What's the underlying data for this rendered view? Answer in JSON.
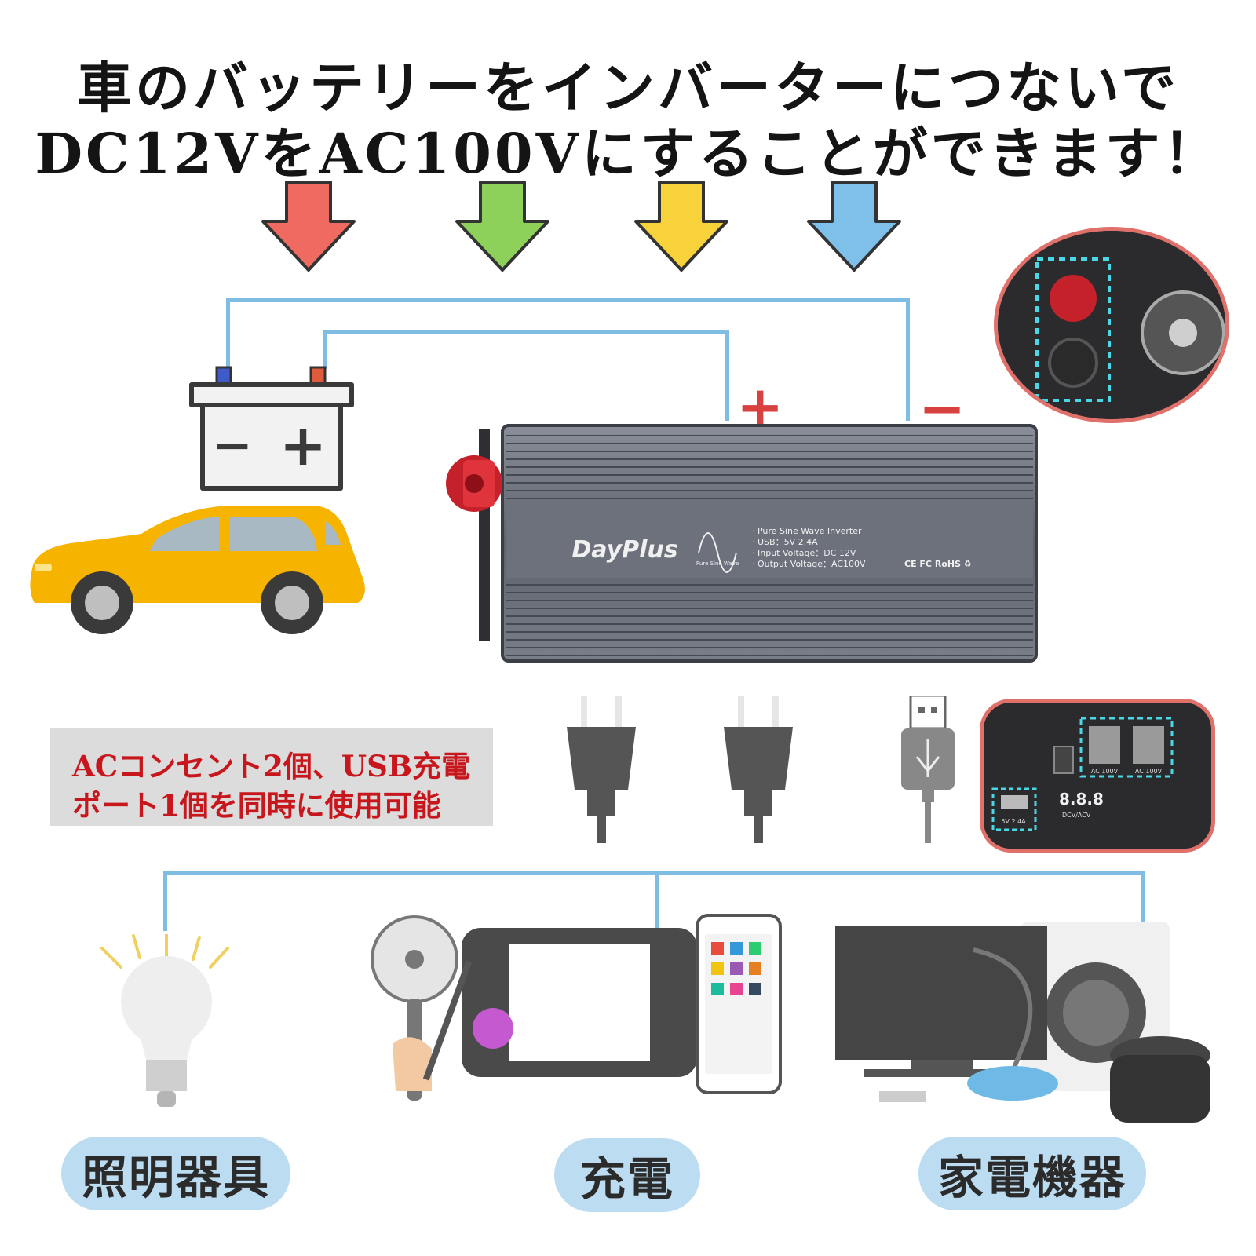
{
  "headline": {
    "line1": "車のバッテリーをインバーターにつないで",
    "line2": "DC12VをAC100Vにすることができます！"
  },
  "arrows": [
    {
      "color": "#ef6b61"
    },
    {
      "color": "#8dd15a"
    },
    {
      "color": "#f7d23a"
    },
    {
      "color": "#7ec0ea"
    }
  ],
  "polarity": {
    "plus": "+",
    "minus": "−"
  },
  "battery": {
    "minus": "−",
    "plus": "+"
  },
  "inverter": {
    "brand": "DayPlus",
    "wave_caption": "Pure Sine Wave",
    "specs": [
      "· Pure Sine Wave Inverter",
      "· USB：5V 2.4A",
      "· Input Voltage：DC 12V",
      "· Output Voltage：AC100V"
    ],
    "certs": "CE  FC  RoHS  ♻"
  },
  "panel": {
    "ac_label_1": "AC 100V",
    "ac_label_2": "AC 100V",
    "display": "8.8.8",
    "display_label": "DCV/ACV",
    "usb_label": "5V 2.4A"
  },
  "callout": {
    "line1": "ACコンセント2個、USB充電",
    "line2": "ポート1個を同時に使用可能"
  },
  "categories": [
    {
      "label": "照明器具"
    },
    {
      "label": "充電"
    },
    {
      "label": "家電機器"
    }
  ],
  "colors": {
    "wire": "#7fbde3",
    "accent_red": "#d94040",
    "callout_text": "#c8161d",
    "pill_bg": "#bcdcf2",
    "car": "#f6b400",
    "inverter_body": "#6d717c"
  }
}
